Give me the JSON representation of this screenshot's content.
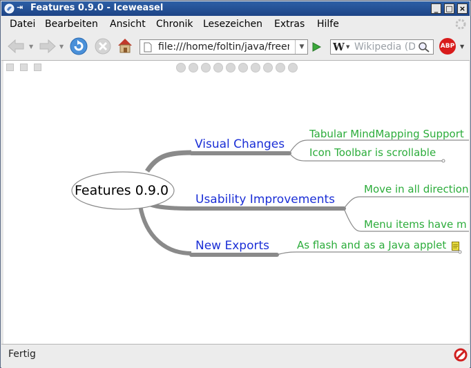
{
  "window": {
    "title": "Features 0.9.0 - Iceweasel",
    "controls": {
      "minimize": "_",
      "maximize": "□",
      "close": "×"
    }
  },
  "menu": [
    "Datei",
    "Bearbeiten",
    "Ansicht",
    "Chronik",
    "Lesezeichen",
    "Extras",
    "Hilfe"
  ],
  "navigation": {
    "url": "file:///home/foltin/java/freemind",
    "search_placeholder": "Wikipedia (D",
    "search_engine_icon": "W",
    "adblock_label": "ABP"
  },
  "mindmap": {
    "root": "Features 0.9.0",
    "branches": [
      {
        "label": "Visual Changes",
        "children": [
          "Tabular MindMapping Support",
          "Icon Toolbar is scrollable"
        ]
      },
      {
        "label": "Usability Improvements",
        "children": [
          "Move in all directions",
          "Menu items have m"
        ]
      },
      {
        "label": "New Exports",
        "children": [
          "As flash and as a Java applet"
        ]
      }
    ]
  },
  "status": {
    "text": "Fertig"
  },
  "colors": {
    "titlebar": "#2d5fa6",
    "branch_text": "#1a2ed6",
    "leaf_text": "#2bac3a",
    "edge": "#8a8a8a"
  }
}
